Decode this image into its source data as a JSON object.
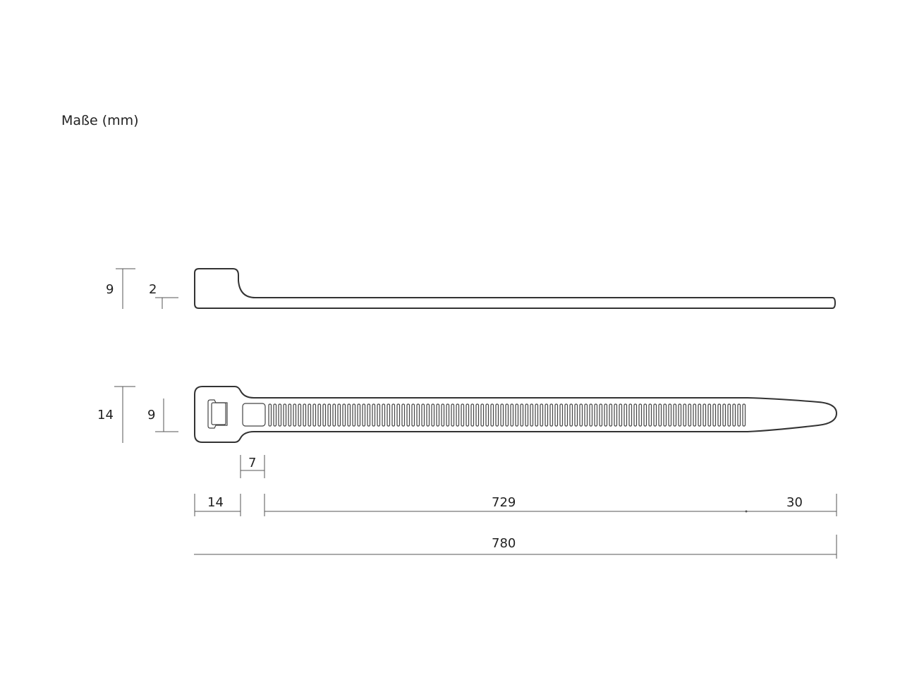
{
  "title": "Maße (mm)",
  "side_view": {
    "total_height": "9",
    "strap_thickness": "2"
  },
  "top_view": {
    "head_width": "14",
    "strap_width": "9",
    "window_length": "7"
  },
  "length_dims": {
    "head_length": "14",
    "serrated_length": "729",
    "tip_length": "30",
    "total_length": "780"
  }
}
